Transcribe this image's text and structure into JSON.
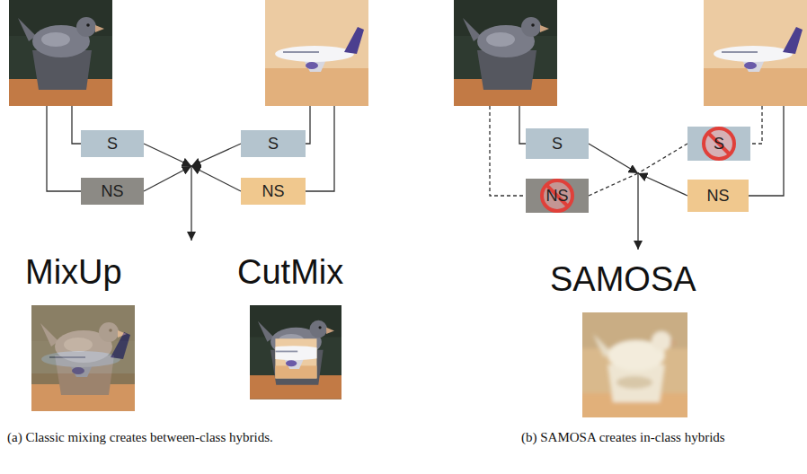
{
  "diagram": {
    "nodes": [
      {
        "text": [
          "S"
        ]
      },
      {
        "text": [
          "NS"
        ]
      },
      {
        "text": [
          "S"
        ]
      },
      {
        "text": [
          "NS"
        ]
      },
      {
        "text": [
          "S"
        ]
      },
      {
        "text": [
          "NS"
        ]
      },
      {
        "text": [
          "S"
        ]
      },
      {
        "text": [
          "NS"
        ]
      }
    ],
    "labels": [
      "MixUp",
      "CutMix",
      "SAMOSA",
      "(a) Classic mixing creates between-class hybrids.",
      "(b) SAMOSA creates in-class hybrids"
    ]
  }
}
